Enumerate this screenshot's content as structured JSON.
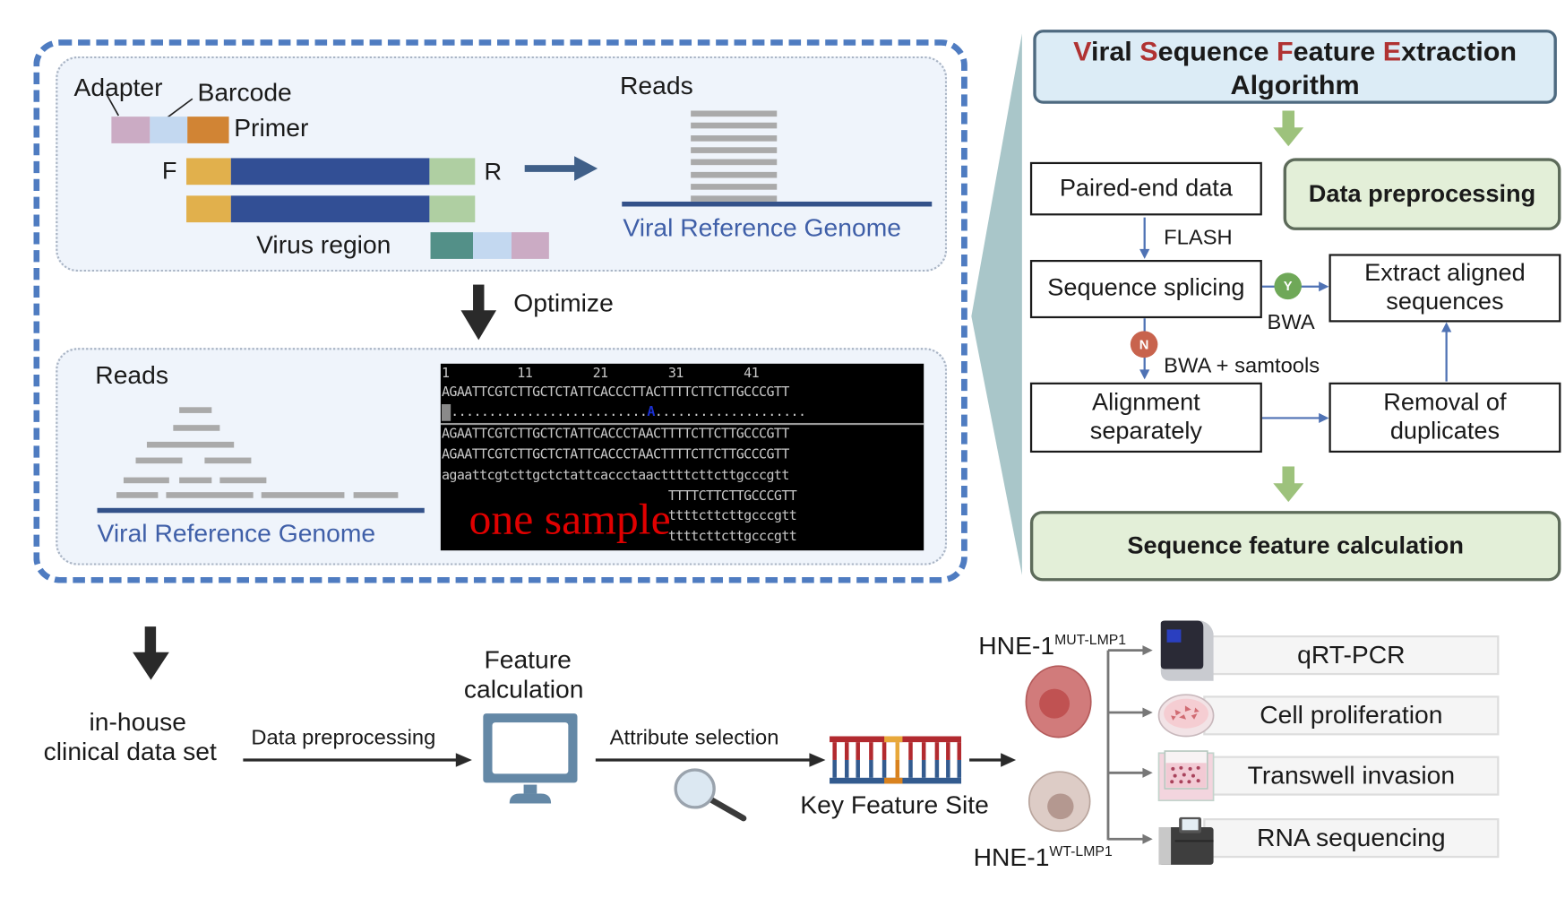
{
  "top_panel": {
    "primer_diagram": {
      "adapter_label": "Adapter",
      "barcode_label": "Barcode",
      "primer_label": "Primer",
      "forward_label": "F",
      "reverse_label": "R",
      "virus_region_label": "Virus region"
    },
    "reads_label": "Reads",
    "genome_label": "Viral Reference Genome",
    "colors": {
      "adapter": "#cbabc4",
      "barcode": "#c3d8f0",
      "primer": "#d18434",
      "forward_primer": "#e1b04c",
      "virus": "#324f95",
      "reverse_primer": "#afcfa2",
      "teal": "#539088",
      "outer_dash": "#4f7cc1"
    }
  },
  "optimize_label": "Optimize",
  "lower_panel": {
    "reads_label": "Reads",
    "genome_label": "Viral Reference Genome",
    "terminal": {
      "ruler": "1         11        21        31        41",
      "reference": "AGAATTCGTCTTGCTCTATTCACCCTTACTTTTCTTCTTGCCCGTT",
      "consensus_prefix": "..........................",
      "variant_base": "A",
      "consensus_suffix": "....................",
      "reads": [
        "AGAATTCGTCTTGCTCTATTCACCCTAACTTTTCTTCTTGCCCGTT",
        "AGAATTCGTCTTGCTCTATTCACCCTAACTTTTCTTCTTGCCCGTT",
        "agaattcgtcttgctctattcaccctaacttttcttcttgcccgtt",
        "                              TTTTCTTCTTGCCCGTT",
        "                              ttttcttcttgcccgtt",
        "                              ttttcttcttgcccgtt"
      ],
      "overlay_text": "one sample"
    }
  },
  "algorithm_panel": {
    "title_parts": [
      {
        "text": "V",
        "highlight": true
      },
      {
        "text": "iral ",
        "highlight": false
      },
      {
        "text": "S",
        "highlight": true
      },
      {
        "text": "equence ",
        "highlight": false
      },
      {
        "text": "F",
        "highlight": true
      },
      {
        "text": "eature ",
        "highlight": false
      },
      {
        "text": "E",
        "highlight": true
      },
      {
        "text": "xtraction",
        "highlight": false
      }
    ],
    "title_line2": "Algorithm",
    "paired_end": "Paired-end data",
    "data_preprocessing": "Data preprocessing",
    "flash_label": "FLASH",
    "sequence_splicing": "Sequence splicing",
    "yes_badge": "Y",
    "bwa_label": "BWA",
    "extract_aligned": "Extract aligned sequences",
    "no_badge": "N",
    "bwa_samtools_label": "BWA + samtools",
    "alignment_separately": "Alignment separately",
    "removal_duplicates": "Removal of duplicates",
    "sequence_feature_calc": "Sequence feature calculation",
    "colors": {
      "title_bg": "#dcecf6",
      "green_box": "#e3efd8",
      "green_arrow": "#9dc27c",
      "yes": "#6fa858",
      "no": "#c8634d",
      "highlight": "#b03232",
      "flow_arrow": "#4f72b4"
    }
  },
  "pipeline": {
    "clinical_line1": "in-house",
    "clinical_line2": "clinical data set",
    "data_preprocessing": "Data preprocessing",
    "feature_calc_line1": "Feature",
    "feature_calc_line2": "calculation",
    "attribute_selection": "Attribute selection",
    "key_feature_site": "Key Feature Site",
    "cell_mut": "HNE-1",
    "cell_mut_sup": "MUT-LMP1",
    "cell_wt": "HNE-1",
    "cell_wt_sup": "WT-LMP1",
    "assays": [
      {
        "label": "qRT-PCR",
        "icon": "qpcr-machine-icon"
      },
      {
        "label": "Cell proliferation",
        "icon": "petri-dish-icon"
      },
      {
        "label": "Transwell invasion",
        "icon": "transwell-icon"
      },
      {
        "label": "RNA sequencing",
        "icon": "sequencer-icon"
      }
    ]
  }
}
